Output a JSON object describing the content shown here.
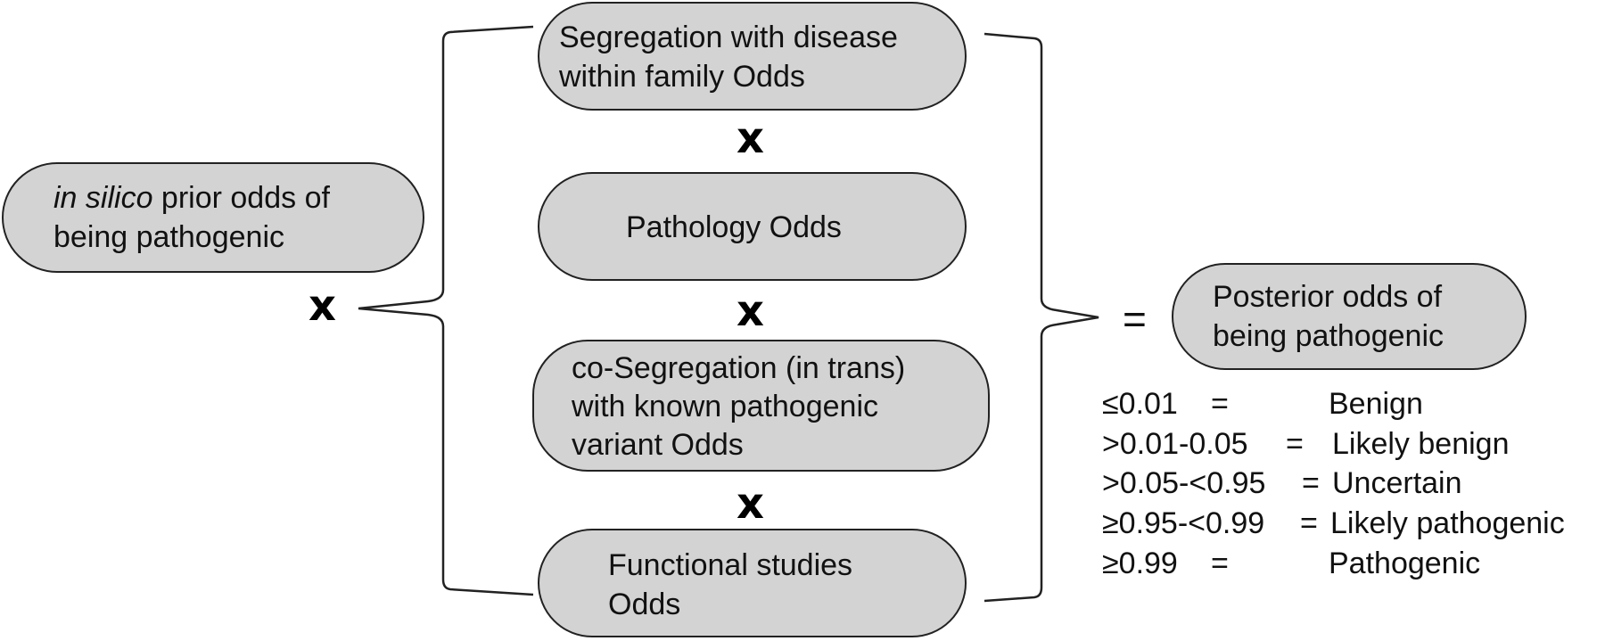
{
  "prior": {
    "italic": "in silico",
    "rest_line1": " prior odds of",
    "line2": "being pathogenic"
  },
  "factors": [
    {
      "lines": [
        "Segregation with disease",
        "within family Odds"
      ]
    },
    {
      "lines": [
        "Pathology Odds"
      ]
    },
    {
      "lines": [
        "co-Segregation (in trans)",
        "with known pathogenic",
        "variant Odds"
      ]
    },
    {
      "lines": [
        "Functional studies",
        "Odds"
      ]
    }
  ],
  "operators": {
    "multiply": "x",
    "equals": "="
  },
  "posterior": {
    "lines": [
      "Posterior odds of",
      "being pathogenic"
    ]
  },
  "legend": [
    {
      "range": "≤0.01",
      "eq": "=",
      "class": "Benign"
    },
    {
      "range": ">0.01-0.05",
      "eq": "=",
      "class": "Likely benign"
    },
    {
      "range": ">0.05-<0.95",
      "eq": "=",
      "class": "Uncertain"
    },
    {
      "range": "≥0.95-<0.99",
      "eq": "=",
      "class": "Likely pathogenic"
    },
    {
      "range": "≥0.99",
      "eq": "=",
      "class": "Pathogenic"
    }
  ]
}
